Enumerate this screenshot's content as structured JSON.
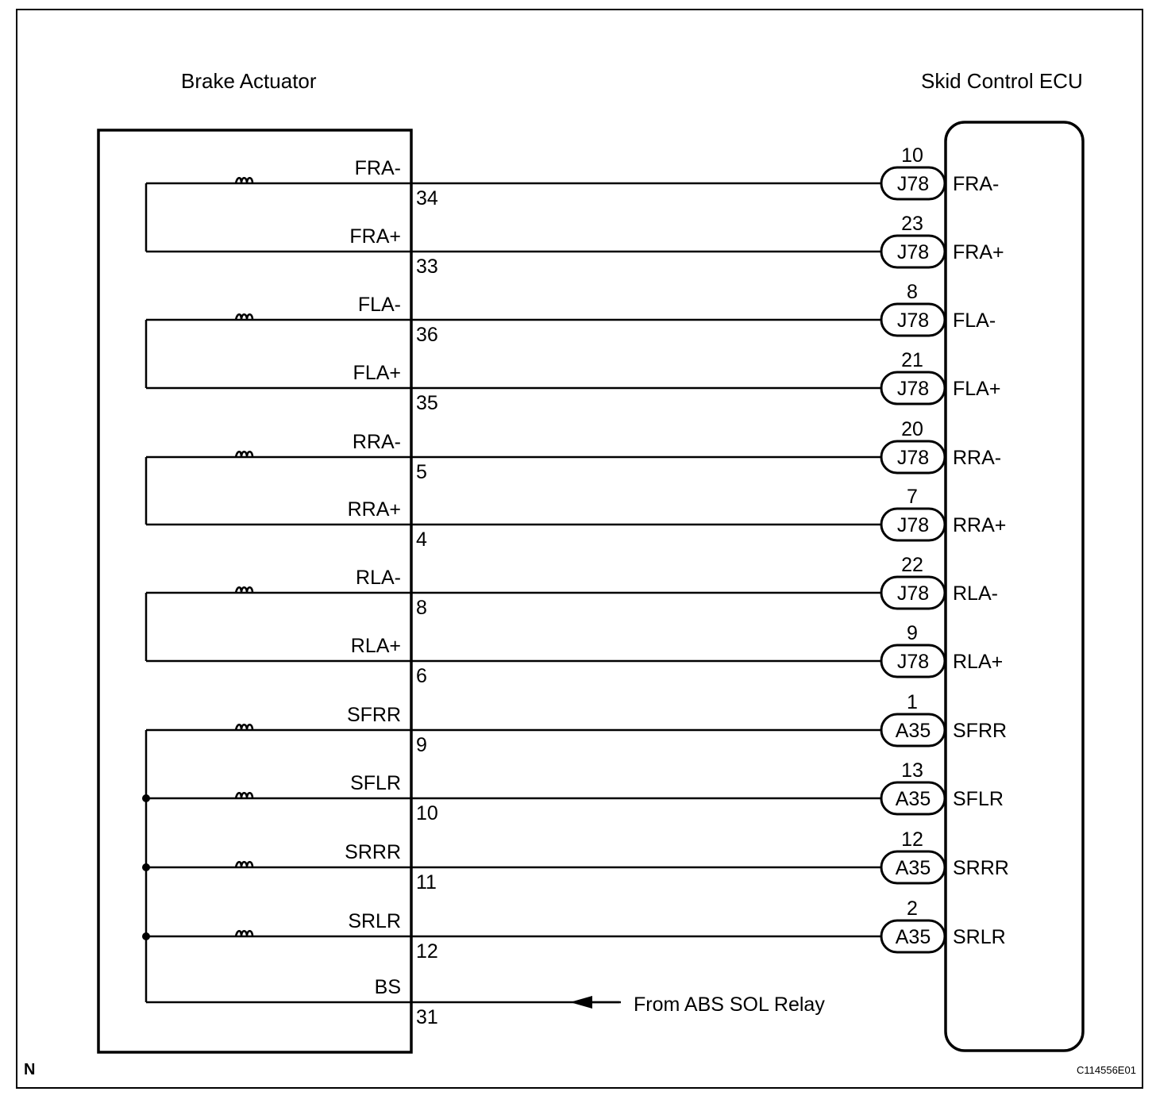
{
  "diagram": {
    "left_title": "Brake Actuator",
    "right_title": "Skid Control ECU",
    "corner_letter": "N",
    "figure_code": "C114556E01",
    "source_label": "From ABS SOL Relay",
    "circuits": [
      {
        "signal": "FRA-",
        "actuator_pin": "34",
        "ecu_pin": "10",
        "connector": "J78",
        "ecu_label": "FRA-"
      },
      {
        "signal": "FRA+",
        "actuator_pin": "33",
        "ecu_pin": "23",
        "connector": "J78",
        "ecu_label": "FRA+"
      },
      {
        "signal": "FLA-",
        "actuator_pin": "36",
        "ecu_pin": "8",
        "connector": "J78",
        "ecu_label": "FLA-"
      },
      {
        "signal": "FLA+",
        "actuator_pin": "35",
        "ecu_pin": "21",
        "connector": "J78",
        "ecu_label": "FLA+"
      },
      {
        "signal": "RRA-",
        "actuator_pin": "5",
        "ecu_pin": "20",
        "connector": "J78",
        "ecu_label": "RRA-"
      },
      {
        "signal": "RRA+",
        "actuator_pin": "4",
        "ecu_pin": "7",
        "connector": "J78",
        "ecu_label": "RRA+"
      },
      {
        "signal": "RLA-",
        "actuator_pin": "8",
        "ecu_pin": "22",
        "connector": "J78",
        "ecu_label": "RLA-"
      },
      {
        "signal": "RLA+",
        "actuator_pin": "6",
        "ecu_pin": "9",
        "connector": "J78",
        "ecu_label": "RLA+"
      },
      {
        "signal": "SFRR",
        "actuator_pin": "9",
        "ecu_pin": "1",
        "connector": "A35",
        "ecu_label": "SFRR"
      },
      {
        "signal": "SFLR",
        "actuator_pin": "10",
        "ecu_pin": "13",
        "connector": "A35",
        "ecu_label": "SFLR"
      },
      {
        "signal": "SRRR",
        "actuator_pin": "11",
        "ecu_pin": "12",
        "connector": "A35",
        "ecu_label": "SRRR"
      },
      {
        "signal": "SRLR",
        "actuator_pin": "12",
        "ecu_pin": "2",
        "connector": "A35",
        "ecu_label": "SRLR"
      },
      {
        "signal": "BS",
        "actuator_pin": "31"
      }
    ]
  }
}
